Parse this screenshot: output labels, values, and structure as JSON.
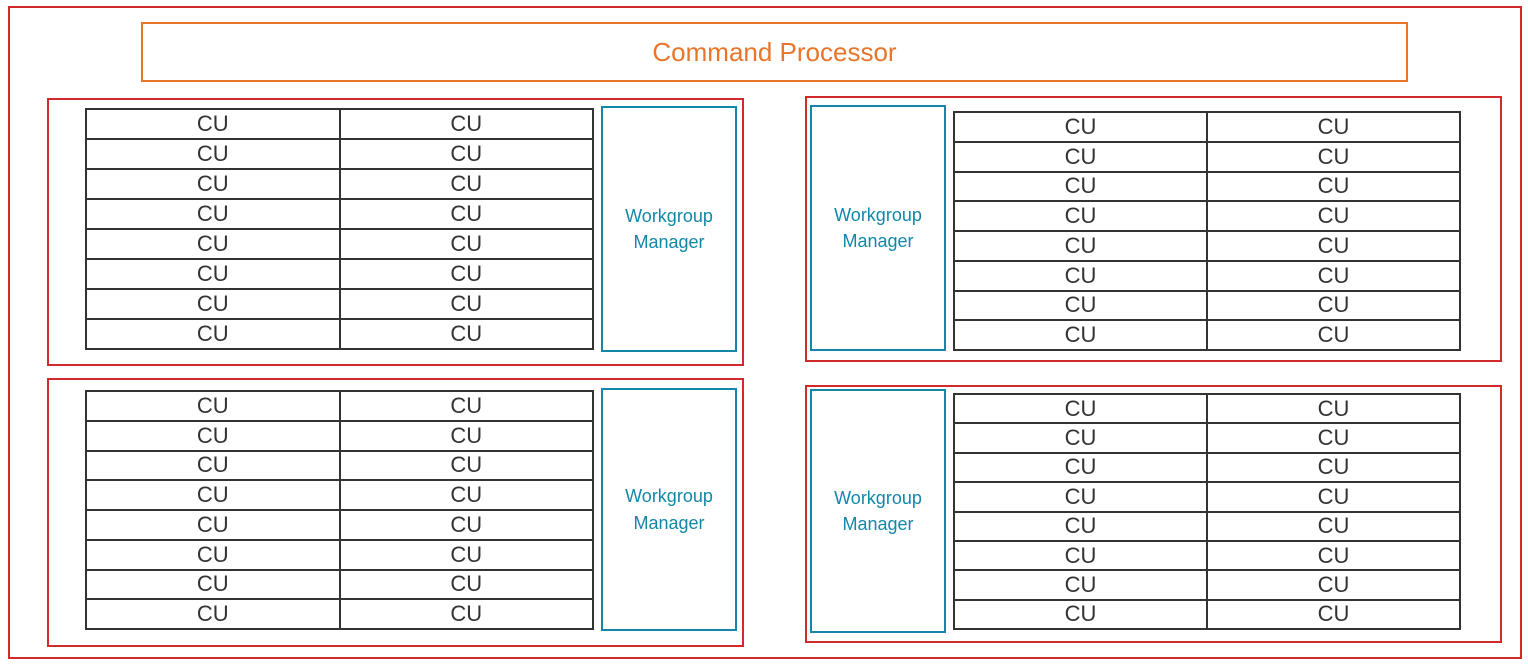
{
  "command_processor": {
    "label": "Command Processor"
  },
  "cu_cell_label": "CU",
  "colors": {
    "outline_red": "#d02a2a",
    "command_orange": "#e8752a",
    "manager_teal": "#1287a8",
    "cu_dark": "#333333"
  },
  "quadrants": [
    {
      "name": "top-left",
      "manager_label": "Workgroup Manager",
      "manager_side": "right",
      "cu_rows": 8,
      "cu_cols": 2
    },
    {
      "name": "top-right",
      "manager_label": "Workgroup Manager",
      "manager_side": "left",
      "cu_rows": 8,
      "cu_cols": 2
    },
    {
      "name": "bottom-left",
      "manager_label": "Workgroup Manager",
      "manager_side": "right",
      "cu_rows": 8,
      "cu_cols": 2
    },
    {
      "name": "bottom-right",
      "manager_label": "Workgroup Manager",
      "manager_side": "left",
      "cu_rows": 8,
      "cu_cols": 2
    }
  ]
}
